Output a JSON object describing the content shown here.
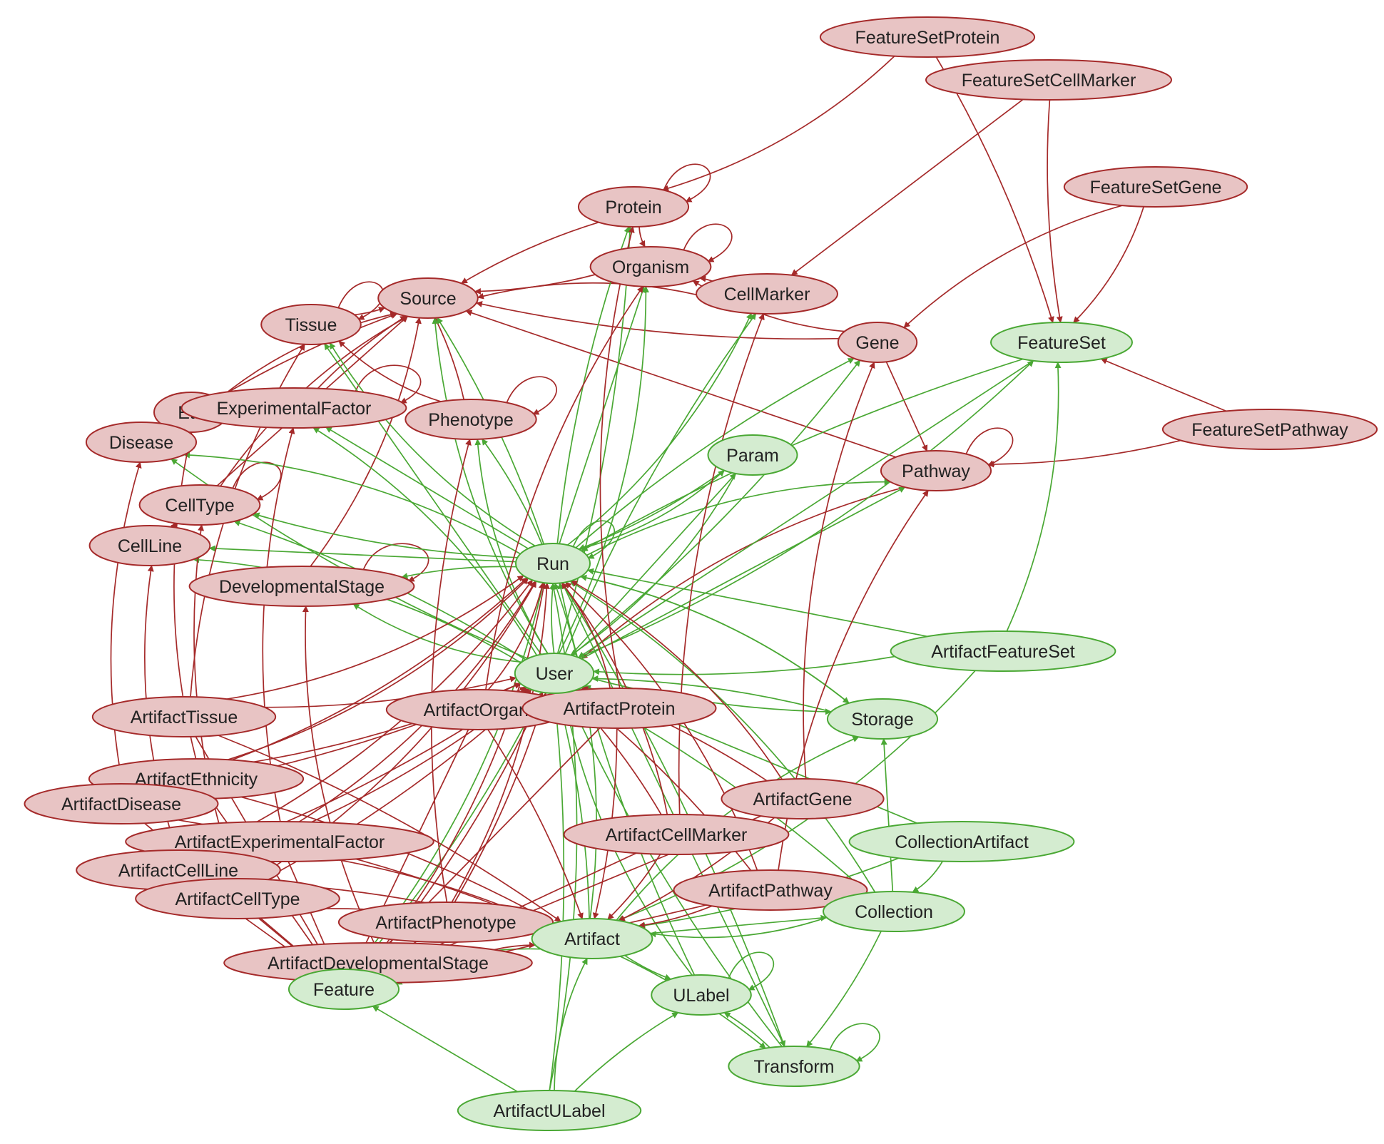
{
  "colors": {
    "red_fill": "#e8c4c4",
    "red_stroke": "#a52a2a",
    "green_fill": "#d4ecd0",
    "green_stroke": "#4aa834",
    "red_edge": "#a52a2a",
    "green_edge": "#4aa834"
  },
  "nodes": [
    {
      "id": "FeatureSetProtein",
      "label": "FeatureSetProtein",
      "group": "red"
    },
    {
      "id": "FeatureSetCellMarker",
      "label": "FeatureSetCellMarker",
      "group": "red"
    },
    {
      "id": "FeatureSetGene",
      "label": "FeatureSetGene",
      "group": "red"
    },
    {
      "id": "FeatureSetPathway",
      "label": "FeatureSetPathway",
      "group": "red"
    },
    {
      "id": "Protein",
      "label": "Protein",
      "group": "red"
    },
    {
      "id": "Organism",
      "label": "Organism",
      "group": "red"
    },
    {
      "id": "Source",
      "label": "Source",
      "group": "red"
    },
    {
      "id": "CellMarker",
      "label": "CellMarker",
      "group": "red"
    },
    {
      "id": "Tissue",
      "label": "Tissue",
      "group": "red"
    },
    {
      "id": "Gene",
      "label": "Gene",
      "group": "red"
    },
    {
      "id": "Ethnicity",
      "label": "Eth",
      "group": "red"
    },
    {
      "id": "ExperimentalFactor",
      "label": "ExperimentalFactor",
      "group": "red"
    },
    {
      "id": "Phenotype",
      "label": "Phenotype",
      "group": "red"
    },
    {
      "id": "Disease",
      "label": "Disease",
      "group": "red"
    },
    {
      "id": "Pathway",
      "label": "Pathway",
      "group": "red"
    },
    {
      "id": "CellType",
      "label": "CellType",
      "group": "red"
    },
    {
      "id": "CellLine",
      "label": "CellLine",
      "group": "red"
    },
    {
      "id": "DevelopmentalStage",
      "label": "DevelopmentalStage",
      "group": "red"
    },
    {
      "id": "ArtifactTissue",
      "label": "ArtifactTissue",
      "group": "red"
    },
    {
      "id": "ArtifactOrganism",
      "label": "ArtifactOrgani",
      "group": "red"
    },
    {
      "id": "ArtifactProtein",
      "label": "ArtifactProtein",
      "group": "red"
    },
    {
      "id": "ArtifactEthnicity",
      "label": "ArtifactEthnicity",
      "group": "red"
    },
    {
      "id": "ArtifactDisease",
      "label": "ArtifactDisease",
      "group": "red"
    },
    {
      "id": "ArtifactGene",
      "label": "ArtifactGene",
      "group": "red"
    },
    {
      "id": "ArtifactExperimentalFactor",
      "label": "ArtifactExperimentalFactor",
      "group": "red"
    },
    {
      "id": "ArtifactCellMarker",
      "label": "ArtifactCellMarker",
      "group": "red"
    },
    {
      "id": "ArtifactCellLine",
      "label": "ArtifactCellLine",
      "group": "red"
    },
    {
      "id": "ArtifactPathway",
      "label": "ArtifactPathway",
      "group": "red"
    },
    {
      "id": "ArtifactCellType",
      "label": "ArtifactCellType",
      "group": "red"
    },
    {
      "id": "ArtifactPhenotype",
      "label": "ArtifactPhenotype",
      "group": "red"
    },
    {
      "id": "ArtifactDevelopmentalStage",
      "label": "ArtifactDevelopmentalStage",
      "group": "red"
    },
    {
      "id": "FeatureSet",
      "label": "FeatureSet",
      "group": "green"
    },
    {
      "id": "Param",
      "label": "Param",
      "group": "green"
    },
    {
      "id": "Run",
      "label": "Run",
      "group": "green"
    },
    {
      "id": "User",
      "label": "User",
      "group": "green"
    },
    {
      "id": "ArtifactFeatureSet",
      "label": "ArtifactFeatureSet",
      "group": "green"
    },
    {
      "id": "Storage",
      "label": "Storage",
      "group": "green"
    },
    {
      "id": "CollectionArtifact",
      "label": "CollectionArtifact",
      "group": "green"
    },
    {
      "id": "Collection",
      "label": "Collection",
      "group": "green"
    },
    {
      "id": "Artifact",
      "label": "Artifact",
      "group": "green"
    },
    {
      "id": "ULabel",
      "label": "ULabel",
      "group": "green"
    },
    {
      "id": "Feature",
      "label": "Feature",
      "group": "green"
    },
    {
      "id": "Transform",
      "label": "Transform",
      "group": "green"
    },
    {
      "id": "ArtifactULabel",
      "label": "ArtifactULabel",
      "group": "green"
    }
  ],
  "edges": [
    [
      "FeatureSetProtein",
      "Protein"
    ],
    [
      "FeatureSetProtein",
      "FeatureSet"
    ],
    [
      "FeatureSetCellMarker",
      "CellMarker"
    ],
    [
      "FeatureSetCellMarker",
      "FeatureSet"
    ],
    [
      "FeatureSetGene",
      "Gene"
    ],
    [
      "FeatureSetGene",
      "FeatureSet"
    ],
    [
      "FeatureSetPathway",
      "Pathway"
    ],
    [
      "FeatureSetPathway",
      "FeatureSet"
    ],
    [
      "Protein",
      "Source"
    ],
    [
      "Protein",
      "Organism"
    ],
    [
      "Protein",
      "Protein"
    ],
    [
      "Organism",
      "Source"
    ],
    [
      "Organism",
      "Organism"
    ],
    [
      "CellMarker",
      "Organism"
    ],
    [
      "CellMarker",
      "Source"
    ],
    [
      "Gene",
      "Organism"
    ],
    [
      "Gene",
      "Source"
    ],
    [
      "Gene",
      "Pathway"
    ],
    [
      "Tissue",
      "Source"
    ],
    [
      "Tissue",
      "Tissue"
    ],
    [
      "Ethnicity",
      "Source"
    ],
    [
      "ExperimentalFactor",
      "Source"
    ],
    [
      "ExperimentalFactor",
      "ExperimentalFactor"
    ],
    [
      "Phenotype",
      "Source"
    ],
    [
      "Phenotype",
      "Phenotype"
    ],
    [
      "Phenotype",
      "Tissue"
    ],
    [
      "Disease",
      "Source"
    ],
    [
      "Pathway",
      "Source"
    ],
    [
      "Pathway",
      "Pathway"
    ],
    [
      "Pathway",
      "User"
    ],
    [
      "CellType",
      "Source"
    ],
    [
      "CellType",
      "CellType"
    ],
    [
      "CellLine",
      "Source"
    ],
    [
      "CellLine",
      "CellType"
    ],
    [
      "DevelopmentalStage",
      "Source"
    ],
    [
      "DevelopmentalStage",
      "DevelopmentalStage"
    ],
    [
      "Run",
      "Protein"
    ],
    [
      "Run",
      "Organism"
    ],
    [
      "Run",
      "Source"
    ],
    [
      "Run",
      "CellMarker"
    ],
    [
      "Run",
      "Tissue"
    ],
    [
      "Run",
      "Gene"
    ],
    [
      "Run",
      "ExperimentalFactor"
    ],
    [
      "Run",
      "Phenotype"
    ],
    [
      "Run",
      "Disease"
    ],
    [
      "Run",
      "Pathway"
    ],
    [
      "Run",
      "CellType"
    ],
    [
      "Run",
      "CellLine"
    ],
    [
      "Run",
      "DevelopmentalStage"
    ],
    [
      "Run",
      "Param"
    ],
    [
      "Run",
      "Storage"
    ],
    [
      "Run",
      "Transform"
    ],
    [
      "Run",
      "Run"
    ],
    [
      "User",
      "Protein"
    ],
    [
      "User",
      "Organism"
    ],
    [
      "User",
      "Source"
    ],
    [
      "User",
      "CellMarker"
    ],
    [
      "User",
      "Tissue"
    ],
    [
      "User",
      "Gene"
    ],
    [
      "User",
      "ExperimentalFactor"
    ],
    [
      "User",
      "Phenotype"
    ],
    [
      "User",
      "Disease"
    ],
    [
      "User",
      "Pathway"
    ],
    [
      "User",
      "CellType"
    ],
    [
      "User",
      "CellLine"
    ],
    [
      "User",
      "DevelopmentalStage"
    ],
    [
      "User",
      "Run"
    ],
    [
      "User",
      "Param"
    ],
    [
      "User",
      "Storage"
    ],
    [
      "User",
      "FeatureSet"
    ],
    [
      "Param",
      "User"
    ],
    [
      "Param",
      "Run"
    ],
    [
      "FeatureSet",
      "User"
    ],
    [
      "FeatureSet",
      "Run"
    ],
    [
      "ArtifactFeatureSet",
      "FeatureSet"
    ],
    [
      "ArtifactFeatureSet",
      "Artifact"
    ],
    [
      "ArtifactFeatureSet",
      "User"
    ],
    [
      "ArtifactFeatureSet",
      "Run"
    ],
    [
      "Storage",
      "User"
    ],
    [
      "Storage",
      "Run"
    ],
    [
      "CollectionArtifact",
      "Collection"
    ],
    [
      "CollectionArtifact",
      "Artifact"
    ],
    [
      "CollectionArtifact",
      "User"
    ],
    [
      "Collection",
      "User"
    ],
    [
      "Collection",
      "Run"
    ],
    [
      "Collection",
      "Artifact"
    ],
    [
      "Collection",
      "Transform"
    ],
    [
      "Collection",
      "Storage"
    ],
    [
      "Artifact",
      "User"
    ],
    [
      "Artifact",
      "Run"
    ],
    [
      "Artifact",
      "Storage"
    ],
    [
      "Artifact",
      "Transform"
    ],
    [
      "Artifact",
      "Collection"
    ],
    [
      "Artifact",
      "ULabel"
    ],
    [
      "Artifact",
      "Feature"
    ],
    [
      "ULabel",
      "User"
    ],
    [
      "ULabel",
      "Run"
    ],
    [
      "ULabel",
      "ULabel"
    ],
    [
      "Feature",
      "User"
    ],
    [
      "Feature",
      "Run"
    ],
    [
      "Feature",
      "Feature"
    ],
    [
      "Transform",
      "User"
    ],
    [
      "Transform",
      "Run"
    ],
    [
      "Transform",
      "ULabel"
    ],
    [
      "Transform",
      "Transform"
    ],
    [
      "ArtifactULabel",
      "Artifact"
    ],
    [
      "ArtifactULabel",
      "ULabel"
    ],
    [
      "ArtifactULabel",
      "Feature"
    ],
    [
      "ArtifactULabel",
      "User"
    ],
    [
      "ArtifactULabel",
      "Run"
    ],
    [
      "ArtifactTissue",
      "Tissue"
    ],
    [
      "ArtifactTissue",
      "Artifact"
    ],
    [
      "ArtifactTissue",
      "Feature"
    ],
    [
      "ArtifactTissue",
      "User"
    ],
    [
      "ArtifactTissue",
      "Run"
    ],
    [
      "ArtifactOrganism",
      "Organism"
    ],
    [
      "ArtifactOrganism",
      "Artifact"
    ],
    [
      "ArtifactOrganism",
      "Feature"
    ],
    [
      "ArtifactOrganism",
      "User"
    ],
    [
      "ArtifactOrganism",
      "Run"
    ],
    [
      "ArtifactProtein",
      "Protein"
    ],
    [
      "ArtifactProtein",
      "Artifact"
    ],
    [
      "ArtifactProtein",
      "Feature"
    ],
    [
      "ArtifactProtein",
      "User"
    ],
    [
      "ArtifactProtein",
      "Run"
    ],
    [
      "ArtifactEthnicity",
      "Ethnicity"
    ],
    [
      "ArtifactEthnicity",
      "Artifact"
    ],
    [
      "ArtifactEthnicity",
      "Feature"
    ],
    [
      "ArtifactEthnicity",
      "User"
    ],
    [
      "ArtifactEthnicity",
      "Run"
    ],
    [
      "ArtifactDisease",
      "Disease"
    ],
    [
      "ArtifactDisease",
      "Artifact"
    ],
    [
      "ArtifactDisease",
      "Feature"
    ],
    [
      "ArtifactDisease",
      "User"
    ],
    [
      "ArtifactDisease",
      "Run"
    ],
    [
      "ArtifactGene",
      "Gene"
    ],
    [
      "ArtifactGene",
      "Artifact"
    ],
    [
      "ArtifactGene",
      "Feature"
    ],
    [
      "ArtifactGene",
      "User"
    ],
    [
      "ArtifactGene",
      "Run"
    ],
    [
      "ArtifactExperimentalFactor",
      "ExperimentalFactor"
    ],
    [
      "ArtifactExperimentalFactor",
      "Artifact"
    ],
    [
      "ArtifactExperimentalFactor",
      "Feature"
    ],
    [
      "ArtifactExperimentalFactor",
      "User"
    ],
    [
      "ArtifactExperimentalFactor",
      "Run"
    ],
    [
      "ArtifactCellMarker",
      "CellMarker"
    ],
    [
      "ArtifactCellMarker",
      "Artifact"
    ],
    [
      "ArtifactCellMarker",
      "Feature"
    ],
    [
      "ArtifactCellMarker",
      "User"
    ],
    [
      "ArtifactCellMarker",
      "Run"
    ],
    [
      "ArtifactCellLine",
      "CellLine"
    ],
    [
      "ArtifactCellLine",
      "Artifact"
    ],
    [
      "ArtifactCellLine",
      "Feature"
    ],
    [
      "ArtifactCellLine",
      "User"
    ],
    [
      "ArtifactCellLine",
      "Run"
    ],
    [
      "ArtifactPathway",
      "Pathway"
    ],
    [
      "ArtifactPathway",
      "Artifact"
    ],
    [
      "ArtifactPathway",
      "Feature"
    ],
    [
      "ArtifactPathway",
      "User"
    ],
    [
      "ArtifactPathway",
      "Run"
    ],
    [
      "ArtifactCellType",
      "CellType"
    ],
    [
      "ArtifactCellType",
      "Artifact"
    ],
    [
      "ArtifactCellType",
      "Feature"
    ],
    [
      "ArtifactCellType",
      "User"
    ],
    [
      "ArtifactCellType",
      "Run"
    ],
    [
      "ArtifactPhenotype",
      "Phenotype"
    ],
    [
      "ArtifactPhenotype",
      "Artifact"
    ],
    [
      "ArtifactPhenotype",
      "Feature"
    ],
    [
      "ArtifactPhenotype",
      "User"
    ],
    [
      "ArtifactPhenotype",
      "Run"
    ],
    [
      "ArtifactDevelopmentalStage",
      "DevelopmentalStage"
    ],
    [
      "ArtifactDevelopmentalStage",
      "Artifact"
    ],
    [
      "ArtifactDevelopmentalStage",
      "Feature"
    ],
    [
      "ArtifactDevelopmentalStage",
      "User"
    ],
    [
      "ArtifactDevelopmentalStage",
      "Run"
    ]
  ]
}
